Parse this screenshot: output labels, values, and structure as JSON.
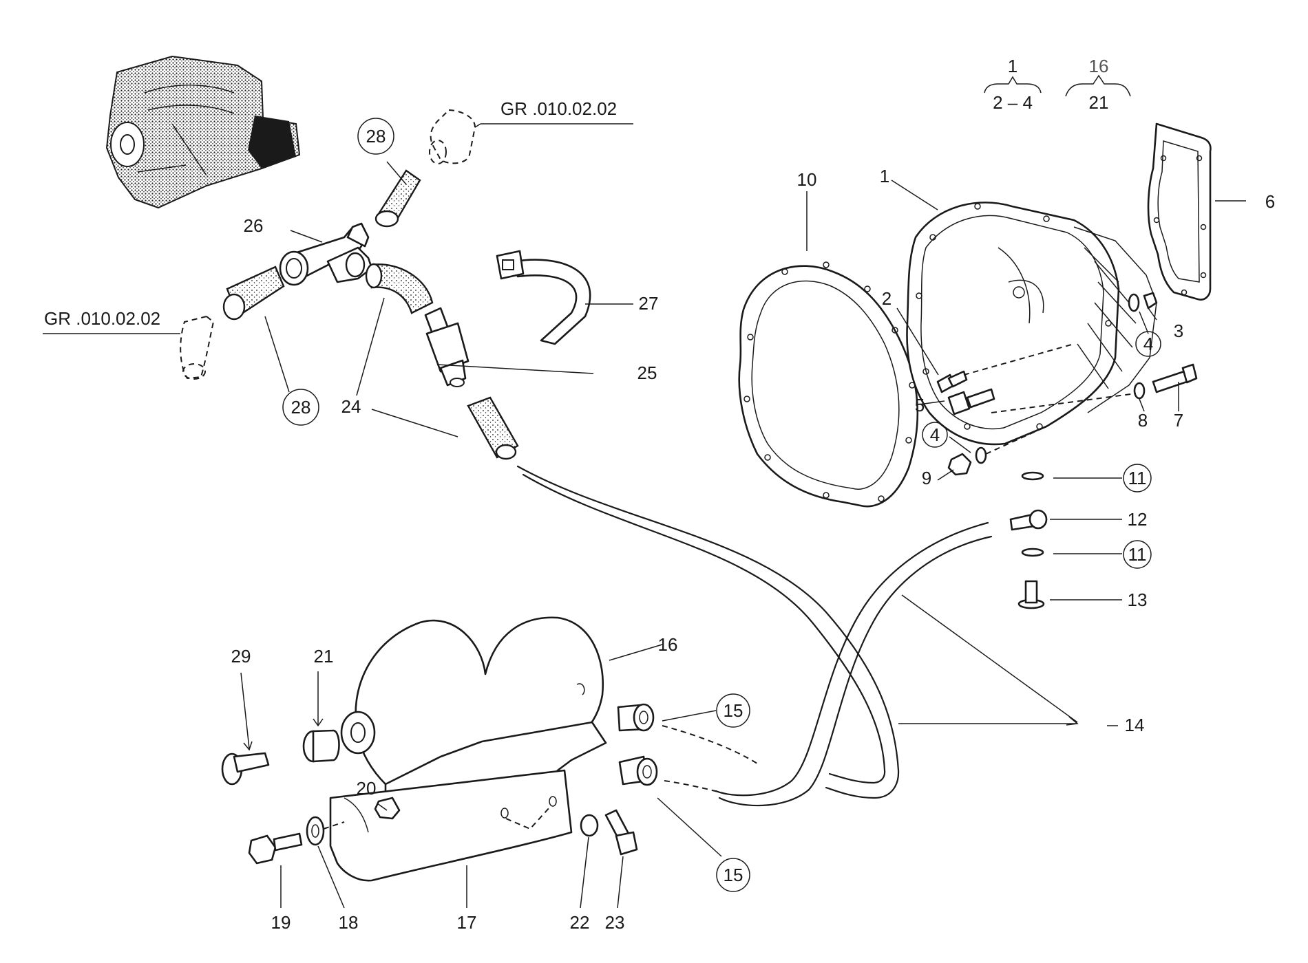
{
  "references": {
    "ref_upper": "GR .010.02.02",
    "ref_left": "GR .010.02.02"
  },
  "groupings": {
    "g1_top": "1",
    "g1_bottom": "2 – 4",
    "g2_top": "16",
    "g2_bottom": "21"
  },
  "callouts": {
    "c1": "1",
    "c2": "2",
    "c3": "3",
    "c4a": "4",
    "c4b": "4",
    "c5": "5",
    "c6": "6",
    "c7": "7",
    "c8": "8",
    "c9": "9",
    "c10": "10",
    "c11a": "11",
    "c11b": "11",
    "c12": "12",
    "c13": "13",
    "c14": "14",
    "c15a": "15",
    "c15b": "15",
    "c16": "16",
    "c17": "17",
    "c18": "18",
    "c19": "19",
    "c20": "20",
    "c21": "21",
    "c22": "22",
    "c23": "23",
    "c24a": "24",
    "c24b": "24",
    "c25": "25",
    "c26": "26",
    "c27": "27",
    "c28a": "28",
    "c28b": "28",
    "c29": "29"
  },
  "colors": {
    "ink": "#1a1a1a",
    "paper": "#ffffff"
  }
}
